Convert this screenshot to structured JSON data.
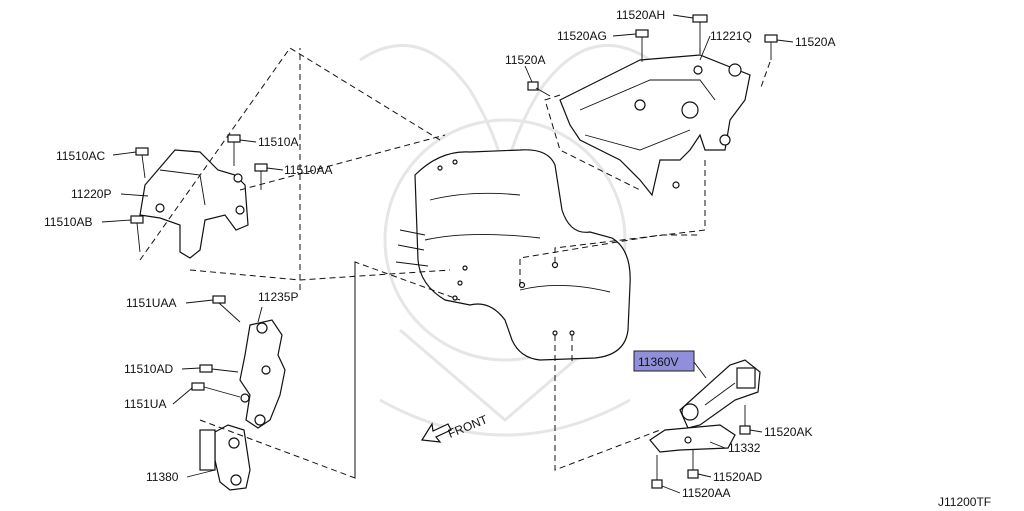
{
  "diagram": {
    "code": "J11200TF",
    "front_label": "FRONT",
    "highlight_color": "#8f8fdc",
    "labels": {
      "l11520ah": "11520AH",
      "l11520ag": "11520AG",
      "l11221q": "11221Q",
      "l11520a_top": "11520A",
      "l11520a_left": "11520A",
      "l11510ac": "11510AC",
      "l11510a": "11510A",
      "l11510aa": "11510AA",
      "l11220p": "11220P",
      "l11510ab": "11510AB",
      "l1151uaa": "1151UAA",
      "l11235p": "11235P",
      "l11510ad": "11510AD",
      "l1151ua": "1151UA",
      "l11380": "11380",
      "l11360v": "11360V",
      "l11520ak": "11520AK",
      "l11332": "11332",
      "l11520ad": "11520AD",
      "l11520aa": "11520AA"
    }
  }
}
